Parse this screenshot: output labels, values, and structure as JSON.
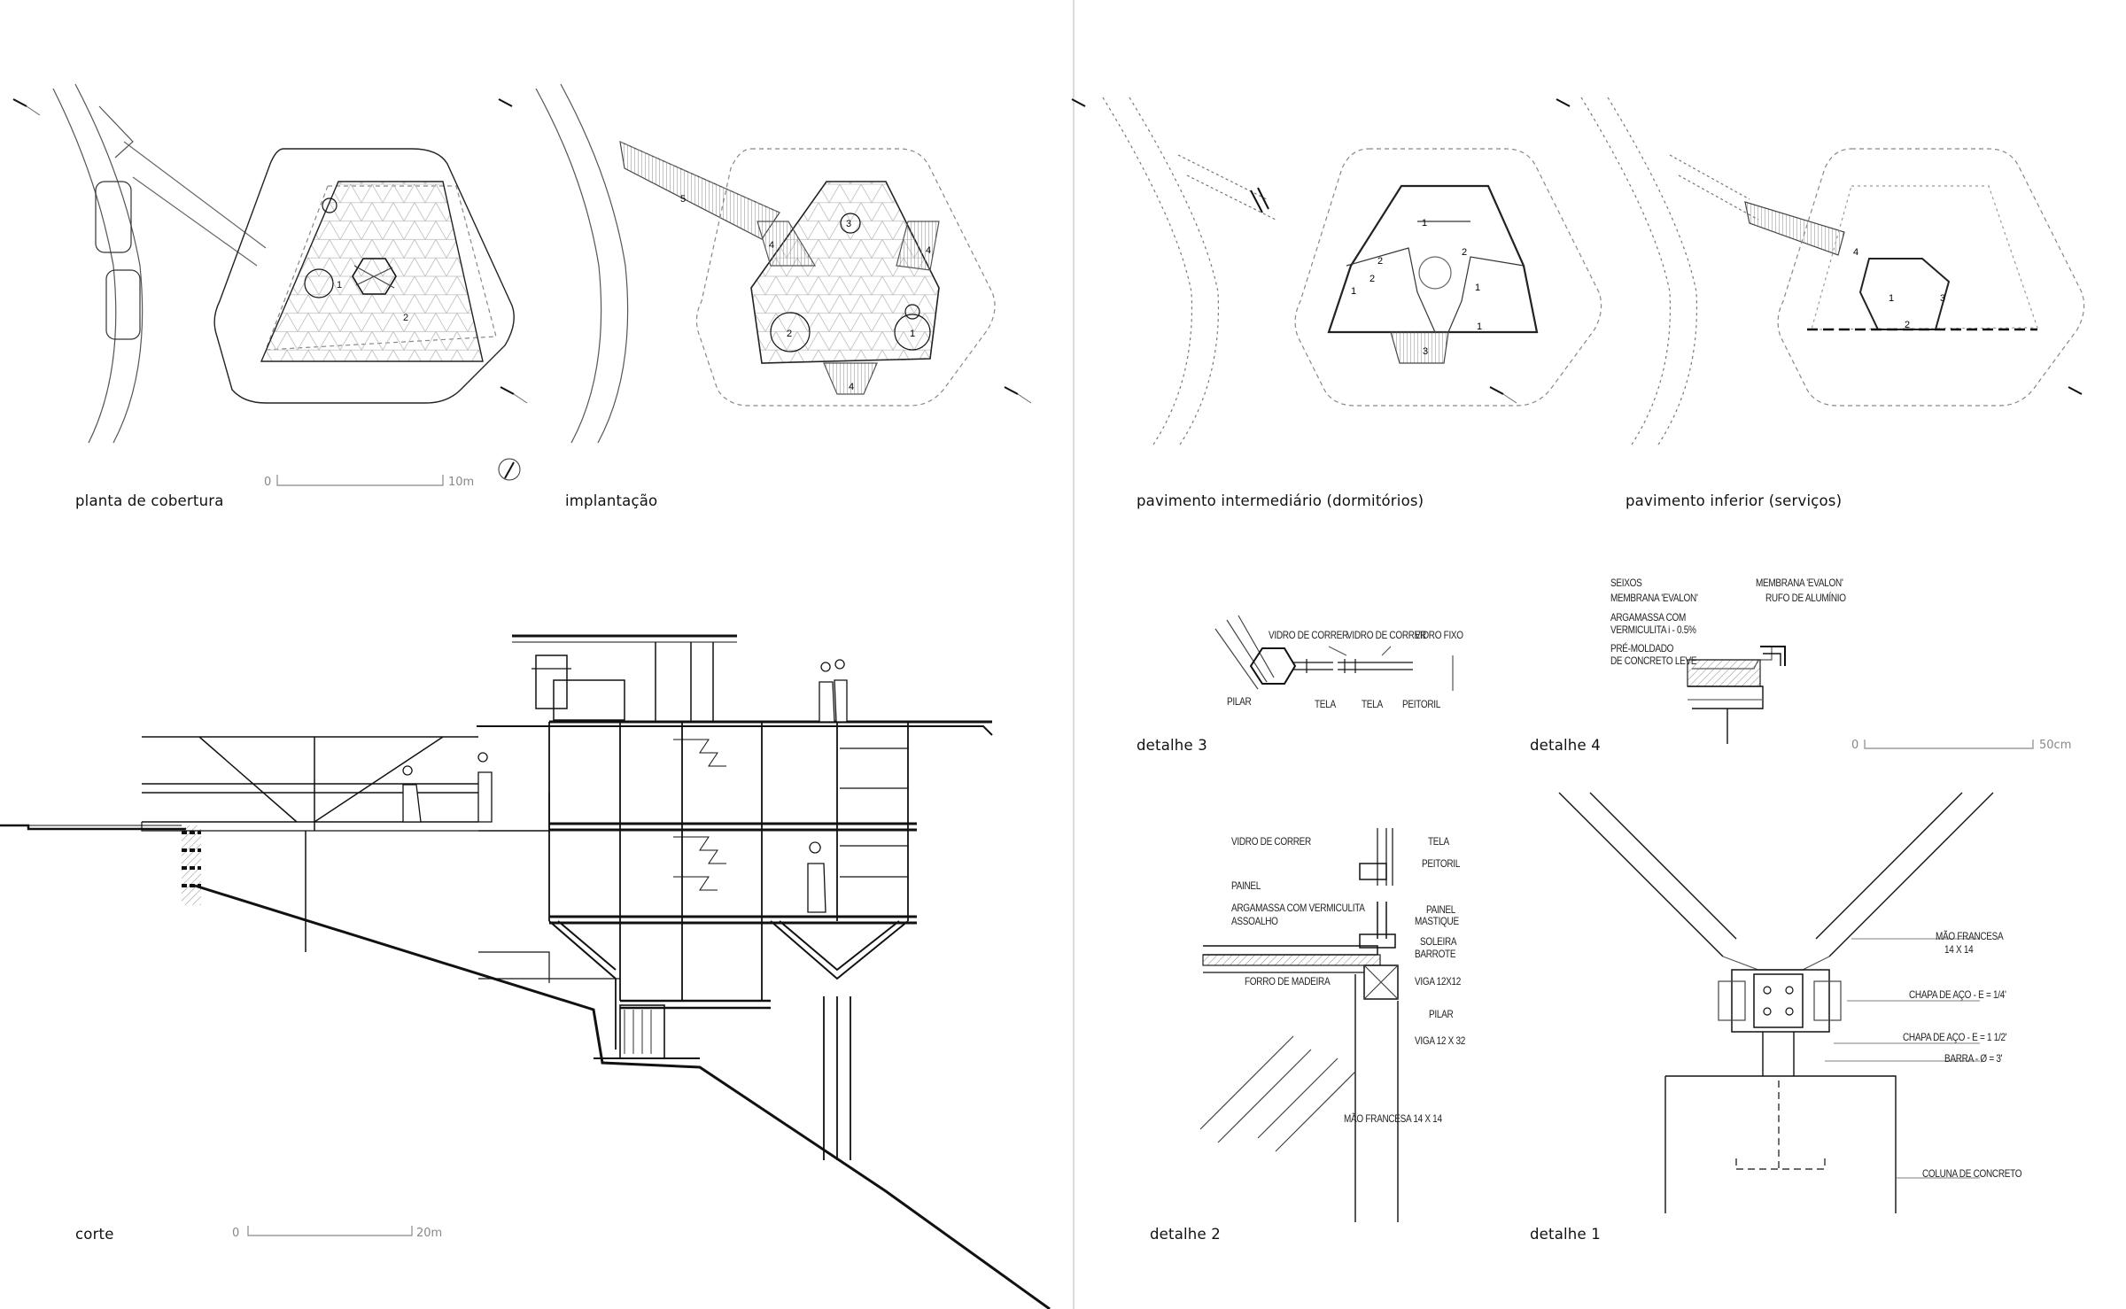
{
  "captions": {
    "roof": "planta de cobertura",
    "site": "implantação",
    "middle": "pavimento intermediário (dormitórios)",
    "lower": "pavimento inferior (serviços)",
    "section": "corte",
    "detail3": "detalhe 3",
    "detail4": "detalhe 4",
    "detail2": "detalhe 2",
    "detail1": "detalhe 1"
  },
  "scales": {
    "plan_zero": "0",
    "plan_end": "10m",
    "section_zero": "0",
    "section_end": "20m",
    "detail_zero": "0",
    "detail_end": "50cm"
  },
  "plan_labels": {
    "roof": [
      "1",
      "2"
    ],
    "site": [
      "5",
      "4",
      "4",
      "4",
      "3",
      "2",
      "1"
    ],
    "middle": [
      "1",
      "2",
      "2",
      "1",
      "2",
      "1",
      "1",
      "3"
    ],
    "lower": [
      "4",
      "1",
      "2",
      "3"
    ]
  },
  "detail3": {
    "a": "VIDRO DE CORRER",
    "b": "VIDRO DE CORRER",
    "c": "VIDRO FIXO",
    "d": "PILAR",
    "e": "TELA",
    "f": "TELA",
    "g": "PEITORIL"
  },
  "detail4": {
    "a": "SEIXOS",
    "b": "MEMBRANA 'EVALON'",
    "c": "MEMBRANA 'EVALON'",
    "d": "RUFO DE ALUMÍNIO",
    "e": "ARGAMASSA COM",
    "f": "VERMICULITA i - 0.5%",
    "g": "PRÉ-MOLDADO",
    "h": "DE CONCRETO LEVE"
  },
  "detail2": {
    "a": "VIDRO DE CORRER",
    "b": "TELA",
    "c": "PEITORIL",
    "d": "PAINEL",
    "e": "ARGAMASSA COM VERMICULITA",
    "f": "ASSOALHO",
    "g": "PAINEL",
    "h": "MASTIQUE",
    "i": "SOLEIRA",
    "j": "BARROTE",
    "k": "FORRO DE MADEIRA",
    "l": "VIGA 12X12",
    "m": "PILAR",
    "n": "VIGA 12 X 32",
    "o": "MÃO FRANCESA  14 X 14"
  },
  "detail1": {
    "a": "MÃO FRANCESA",
    "b": "14 X 14",
    "c": "CHAPA DE AÇO - E = 1/4'",
    "d": "CHAPA DE AÇO - E = 1 1/2'",
    "e": "BARRA - Ø = 3'",
    "f": "COLUNA DE CONCRETO"
  },
  "colors": {
    "ink": "#111111",
    "hatch": "#9a9a9a",
    "dashed": "#8a8a8a",
    "divider": "#cfcfcf"
  }
}
